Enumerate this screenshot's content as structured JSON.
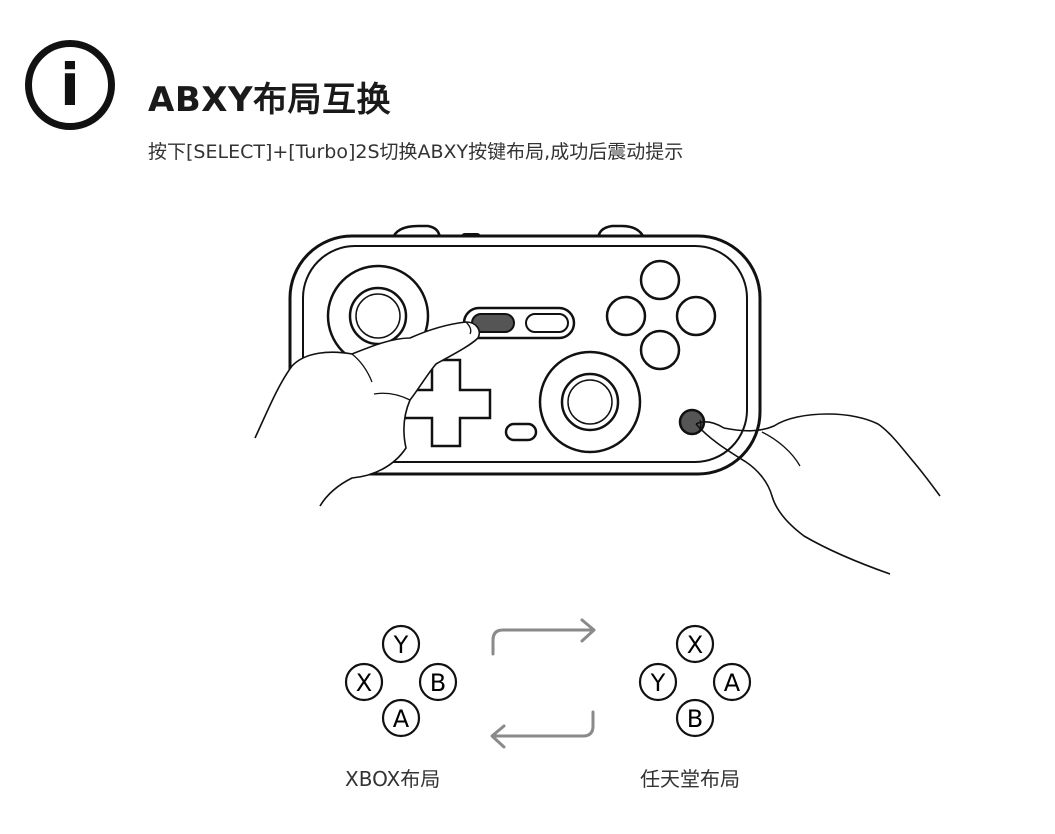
{
  "header": {
    "icon": "info-icon",
    "icon_glyph": "i",
    "title": "ABXY布局互换",
    "subtitle": "按下[SELECT]+[Turbo]2S切换ABXY按键布局,成功后震动提示"
  },
  "layouts": {
    "xbox": {
      "label": "XBOX布局",
      "top": "Y",
      "left": "X",
      "right": "B",
      "bottom": "A"
    },
    "nintendo": {
      "label": "任天堂布局",
      "top": "X",
      "left": "Y",
      "right": "A",
      "bottom": "B"
    }
  },
  "colors": {
    "line": "#111111",
    "arrow": "#8a8a8a",
    "pressed": "#555555"
  }
}
